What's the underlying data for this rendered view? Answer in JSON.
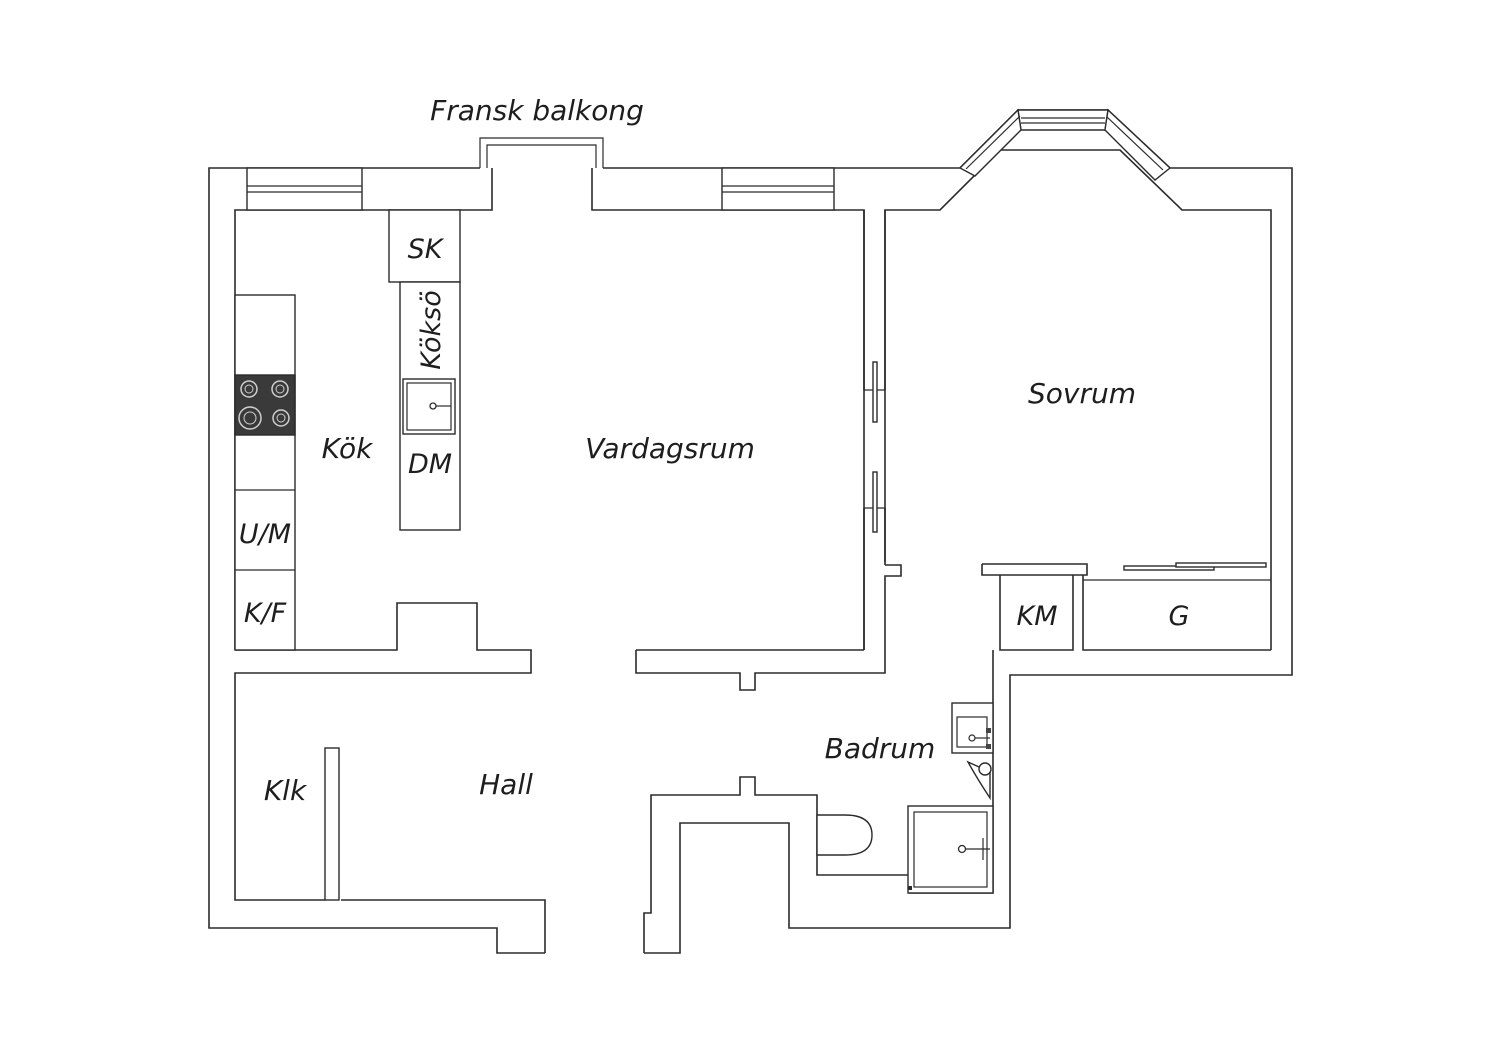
{
  "labels": {
    "balcony": "Fransk balkong",
    "kitchen": "Kök",
    "kitchen_island": "Köksö",
    "cabinet": "SK",
    "dishwasher": "DM",
    "oven_microwave": "U/M",
    "fridge_freezer": "K/F",
    "living_room": "Vardagsrum",
    "bedroom": "Sovrum",
    "washing_machine": "KM",
    "wardrobe": "G",
    "bathroom": "Badrum",
    "hall": "Hall",
    "closet": "Klk"
  }
}
